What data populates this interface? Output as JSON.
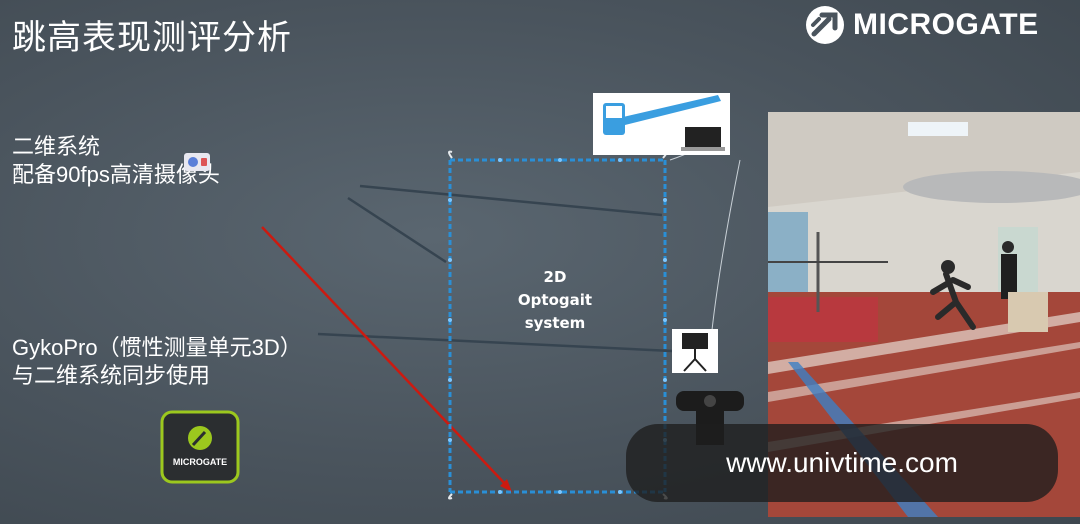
{
  "title": "跳高表现测评分析",
  "logo": {
    "text": "MICROGATE",
    "icon": "microgate-logo-icon"
  },
  "left_text_1": {
    "line1": "二维系统",
    "line2": "配备90fps高清摄像头"
  },
  "left_text_2": {
    "line1": "GykoPro（惯性测量单元3D）",
    "line2": "与二维系统同步使用"
  },
  "system_label": {
    "line1": "2D",
    "line2": "Optogait",
    "line3": "system"
  },
  "device": {
    "label": "MICROGATE"
  },
  "watermark": {
    "text": "www.univtime.com"
  },
  "colors": {
    "bar_blue": "#2a8fd6",
    "arrow_red": "#cc1a10",
    "connector_line": "#3a4a55"
  }
}
